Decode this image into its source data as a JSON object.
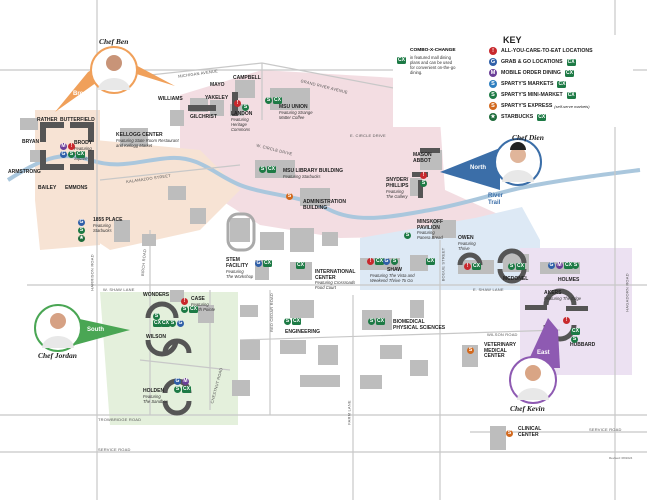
{
  "key": {
    "title": "KEY",
    "combo_label": "COMBO-X-CHANGE",
    "combo_desc": "in featured mall dining plans and can be used for convenient on-the-go dining.",
    "items": [
      {
        "glyph": "!",
        "color": "#c8282d",
        "label": "ALL-YOU-CARE-TO-EAT LOCATIONS",
        "cx": false
      },
      {
        "glyph": "G",
        "color": "#2f5fa8",
        "label": "GRAB & GO LOCATIONS",
        "cx": true
      },
      {
        "glyph": "M",
        "color": "#6b3f98",
        "label": "MOBILE ORDER DINING",
        "cx": true
      },
      {
        "glyph": "S",
        "color": "#2e7fc0",
        "label": "SPARTY'S MARKETS",
        "cx": true
      },
      {
        "glyph": "S",
        "color": "#1d7a45",
        "label": "SPARTY'S MINI-MARKET",
        "cx": true
      },
      {
        "glyph": "S",
        "color": "#d2691e",
        "label": "SPARTY'S EXPRESS",
        "note": "(self-serve markets)",
        "cx": false
      },
      {
        "glyph": "★",
        "color": "#1d6b3a",
        "label": "STARBUCKS",
        "cx": true
      }
    ]
  },
  "chefs": [
    {
      "name": "Chef Ben",
      "direction": "North"
    },
    {
      "name": "Chef Dien",
      "direction": "North"
    },
    {
      "name": "Chef Jordan",
      "direction": "South"
    },
    {
      "name": "Chef Kevin",
      "direction": "East"
    }
  ],
  "neighborhoods": {
    "brody": "Brody",
    "river_trail": "River\nTrail"
  },
  "buildings": {
    "rather": "RATHER",
    "butterfield": "BUTTERFIELD",
    "bryan": "BRYAN",
    "armstrong": "ARMSTRONG",
    "brody": "BRODY",
    "brody_sub": "Featuring\nBrody\nSquare",
    "bailey": "BAILEY",
    "emmons": "EMMONS",
    "kellogg": "KELLOGG CENTER",
    "kellogg_sub": "Featuring State Room Restaurant\nand Kellogg Market",
    "williams": "WILLIAMS",
    "yakeley": "YAKELEY",
    "mayo": "MAYO",
    "campbell": "CAMPBELL",
    "gilchrist": "GILCHRIST",
    "landon": "LANDON",
    "landon_sub": "Featuring\nHeritage\nCommons",
    "msu_union": "MSU UNION",
    "msu_union_sub": "Featuring Strange\nMatter Coffee",
    "library": "MSU LIBRARY BUILDING",
    "library_sub": "Featuring Starbucks",
    "admin": "ADMINISTRATION\nBUILDING",
    "mason": "MASON\nABBOT",
    "snyder": "SNYDER/\nPHILLIPS",
    "snyder_sub": "Featuring\nThe Gallery",
    "minskoff": "MINSKOFF\nPAVILION",
    "minskoff_sub": "Featuring\nPanera Bread",
    "owen": "OWEN",
    "owen_sub": "Featuring\nThrive",
    "place_1855": "1855 PLACE",
    "place_1855_sub": "Featuring\nStarbucks",
    "stem": "STEM\nFACILITY",
    "stem_sub": "Featuring\nThe Workshop",
    "intl": "INTERNATIONAL\nCENTER",
    "intl_sub": "Featuring Crossroads\nFood Court",
    "shaw": "SHAW",
    "shaw_sub": "Featuring The Vista and\nWeekend Thrive To Go",
    "mcdonel": "MCDONEL",
    "holmes": "HOLMES",
    "wonders": "WONDERS",
    "case": "CASE",
    "case_sub": "Featuring\nSouth Pointe",
    "wilson": "WILSON",
    "holden": "HOLDEN",
    "holden_sub": "Featuring\nThe Sandbox",
    "engineering": "ENGINEERING",
    "biomed": "BIOMEDICAL\nPHYSICAL SCIENCES",
    "vet": "VETERINARY\nMEDICAL\nCENTER",
    "akers": "AKERS",
    "akers_sub": "Featuring The Edge",
    "hubbard": "HUBBARD",
    "clinical": "CLINICAL\nCENTER"
  },
  "roads": {
    "michigan": "MICHIGAN AVENUE",
    "grand_river": "GRAND RIVER AVENUE",
    "w_circle": "W. CIRCLE DRIVE",
    "e_circle": "E. CIRCLE DRIVE",
    "kalamazoo": "KALAMAZOO STREET",
    "harrison": "HARRISON ROAD",
    "birch": "BIRCH ROAD",
    "w_shaw": "W. SHAW LANE",
    "e_shaw": "E. SHAW LANE",
    "red_cedar": "RED CEDAR ROAD",
    "bogue": "BOGUE STREET",
    "wilson_rd": "WILSON ROAD",
    "chestnut": "CHESTNUT ROAD",
    "farm": "FARM LANE",
    "trowbridge": "TROWBRIDGE ROAD",
    "service": "SERVICE ROAD",
    "service2": "SERVICE ROAD",
    "hagadorn": "HAGADORN ROAD"
  },
  "revised": "Revised: 08/2024"
}
